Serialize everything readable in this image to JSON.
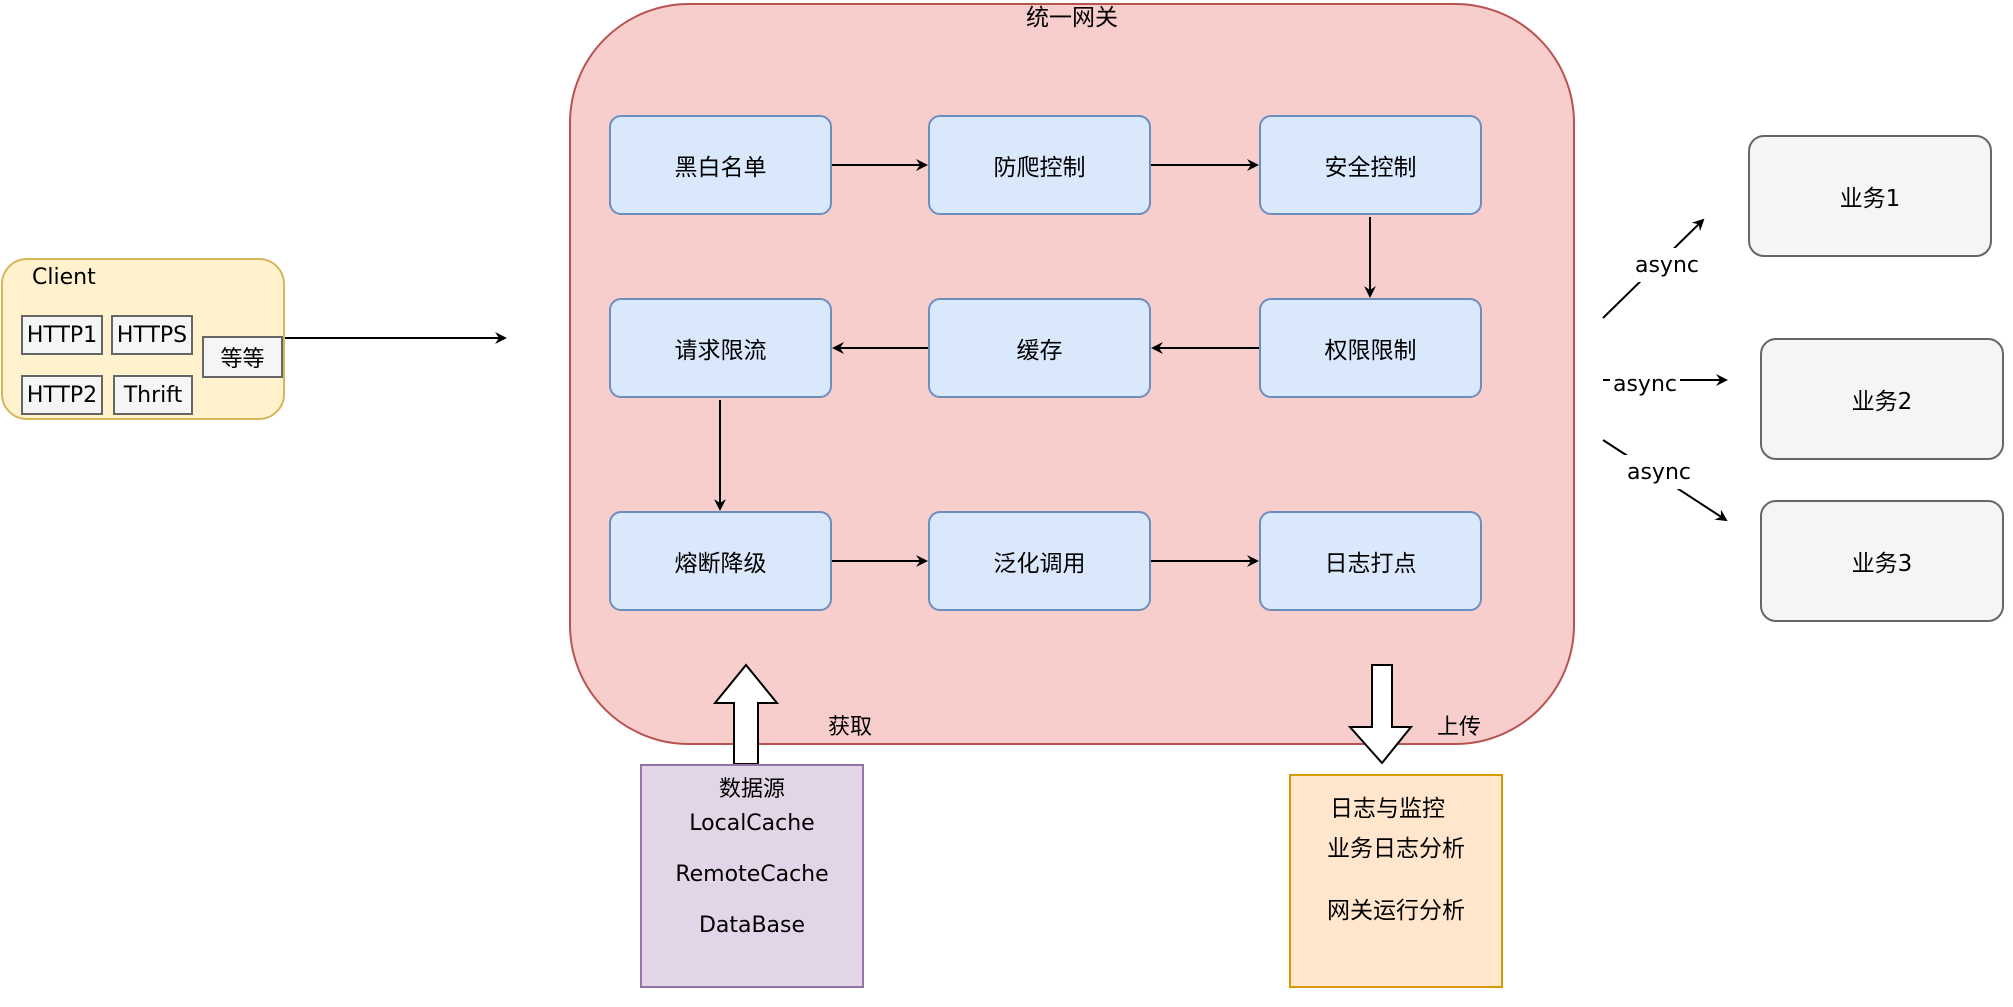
{
  "gateway": {
    "title": "统一网关"
  },
  "steps": {
    "blacklist": "黑白名单",
    "anti_crawl": "防爬控制",
    "security": "安全控制",
    "rate_limit": "请求限流",
    "cache": "缓存",
    "permission": "权限限制",
    "circuit_breaker": "熔断降级",
    "generic_call": "泛化调用",
    "logging": "日志打点"
  },
  "client": {
    "label": "Client",
    "protocols": [
      "HTTP1",
      "HTTPS",
      "等等",
      "HTTP2",
      "Thrift"
    ]
  },
  "services": [
    "业务1",
    "业务2",
    "业务3"
  ],
  "async_labels": [
    "async",
    "async",
    "async"
  ],
  "fetch_label": "获取",
  "upload_label": "上传",
  "datasource": {
    "title": "数据源",
    "items": [
      "LocalCache",
      "RemoteCache",
      "DataBase"
    ]
  },
  "monitor": {
    "title": "日志与监控",
    "items": [
      "业务日志分析",
      "网关运行分析"
    ]
  },
  "colors": {
    "gateway_fill": "#f8cecc",
    "gateway_stroke": "#b85450",
    "step_fill": "#dae8fc",
    "step_stroke": "#6c8ebf",
    "client_fill": "#fff2cc",
    "client_stroke": "#d6b656",
    "service_fill": "#f5f5f5",
    "service_stroke": "#666666",
    "datasource_fill": "#e1d5e7",
    "datasource_stroke": "#9673a6",
    "monitor_fill": "#ffe6cc",
    "monitor_stroke": "#d79b00"
  }
}
